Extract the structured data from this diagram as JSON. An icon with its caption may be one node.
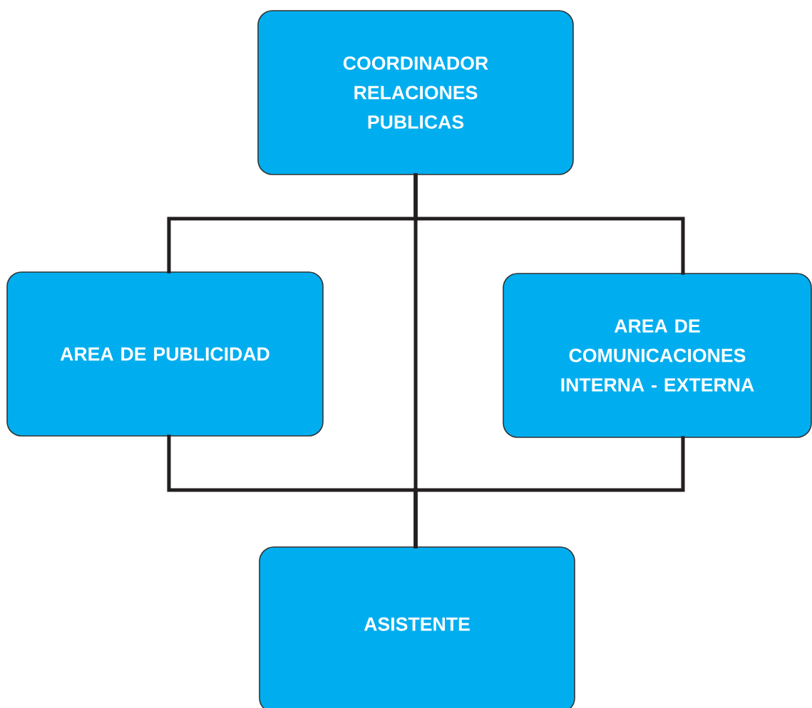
{
  "diagram": {
    "nodes": [
      {
        "text": [
          "COORDINADOR RELACIONES PUBLICAS"
        ]
      },
      {
        "text": [
          "AREA DE PUBLICIDAD"
        ]
      },
      {
        "text": [
          "AREA DE COMUNICACIONES INTERNA - EXTERNA"
        ]
      },
      {
        "text": [
          "ASISTENTE"
        ]
      }
    ],
    "edges": [
      {
        "from": 0,
        "to": 1,
        "arrow": "none"
      },
      {
        "from": 0,
        "to": 2,
        "arrow": "none"
      },
      {
        "from": 0,
        "to": 3,
        "arrow": "none"
      },
      {
        "from": 1,
        "to": 3,
        "arrow": "none"
      },
      {
        "from": 2,
        "to": 3,
        "arrow": "none"
      }
    ]
  }
}
